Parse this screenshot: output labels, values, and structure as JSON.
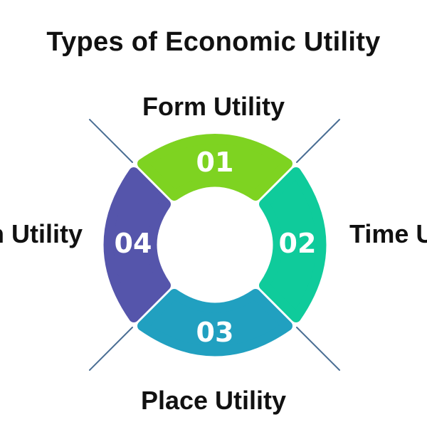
{
  "title": "Types of Economic Utility",
  "segments": [
    {
      "number": "01",
      "label": "Form Utility",
      "color": "#7ed321"
    },
    {
      "number": "02",
      "label": "Time Utility",
      "color": "#0fcb9b"
    },
    {
      "number": "03",
      "label": "Place Utility",
      "color": "#21a0c0"
    },
    {
      "number": "04",
      "label": "Possession Utility",
      "color": "#5555ab"
    }
  ],
  "connector_color": "#4a6e94"
}
